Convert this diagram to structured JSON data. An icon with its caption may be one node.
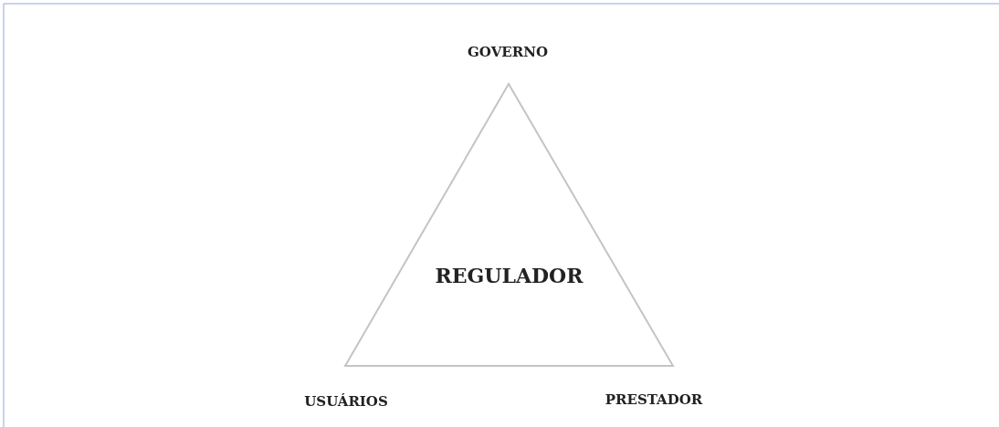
{
  "diagram": {
    "nodes": [
      {
        "text": [
          "REGULADOR"
        ]
      }
    ],
    "edges": [],
    "labels": [
      "GOVERNO",
      "USUÁRIOS",
      "PRESTADOR"
    ]
  }
}
